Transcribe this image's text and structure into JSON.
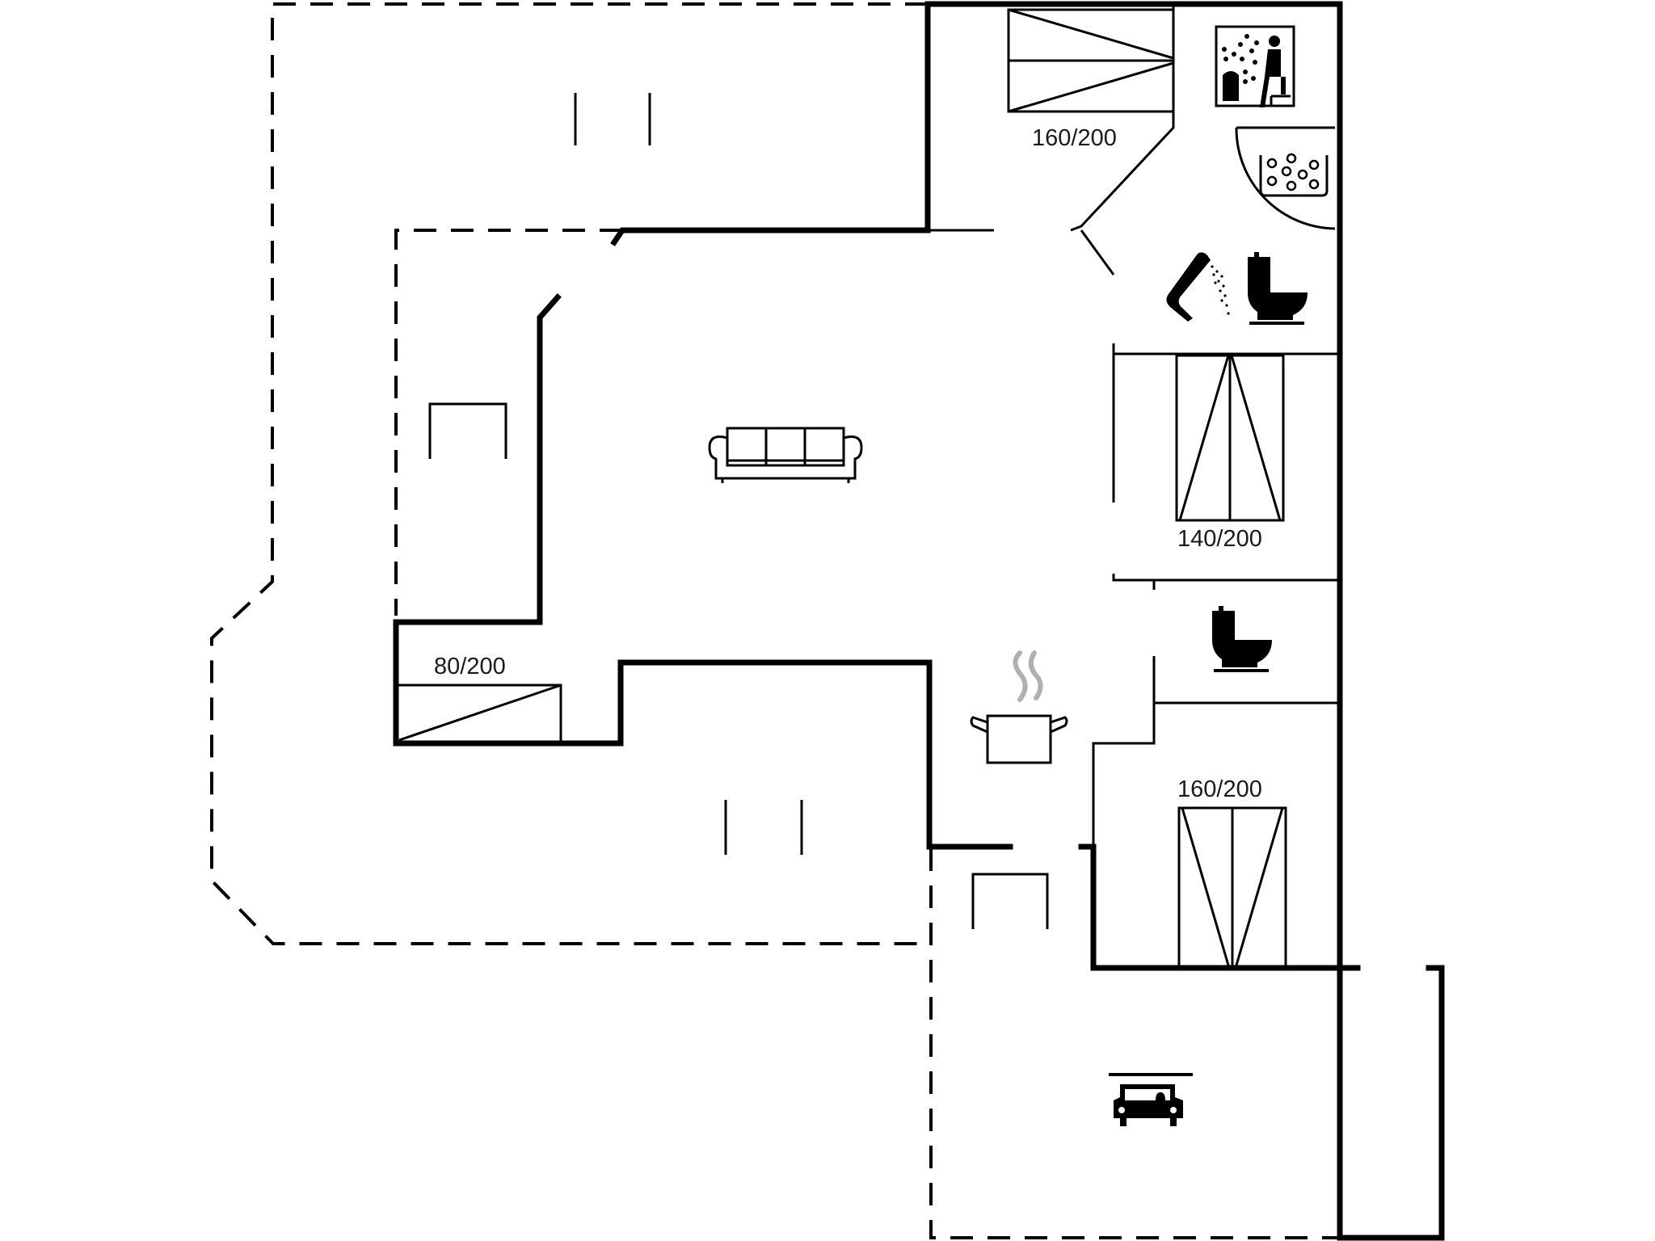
{
  "plan": {
    "type": "floor-plan",
    "background": "#ffffff",
    "line_color": "#000000",
    "steam_color": "#b0b0b0"
  },
  "rooms": {
    "bedroom_top": {
      "bed_label": "160/200",
      "bed_type": "double-bed"
    },
    "bedroom_middle": {
      "bed_label": "140/200",
      "bed_type": "double-bed"
    },
    "bedroom_bottom": {
      "bed_label": "160/200",
      "bed_type": "double-bed"
    },
    "bedroom_small": {
      "bed_label": "80/200",
      "bed_type": "single-bed"
    },
    "wellness": {
      "icons": [
        "sauna-icon",
        "whirlpool-icon"
      ]
    },
    "bathroom": {
      "icons": [
        "shower-icon",
        "toilet-icon"
      ]
    },
    "wc": {
      "icons": [
        "toilet-icon"
      ]
    },
    "living": {
      "icons": [
        "sofa-icon"
      ]
    },
    "kitchen": {
      "icons": [
        "cooking-pot-icon"
      ]
    },
    "carport": {
      "icons": [
        "car-icon"
      ]
    },
    "terrace_top": {
      "icons": [
        "terrace-marker"
      ]
    },
    "terrace_bottom": {
      "icons": [
        "terrace-marker"
      ]
    }
  }
}
